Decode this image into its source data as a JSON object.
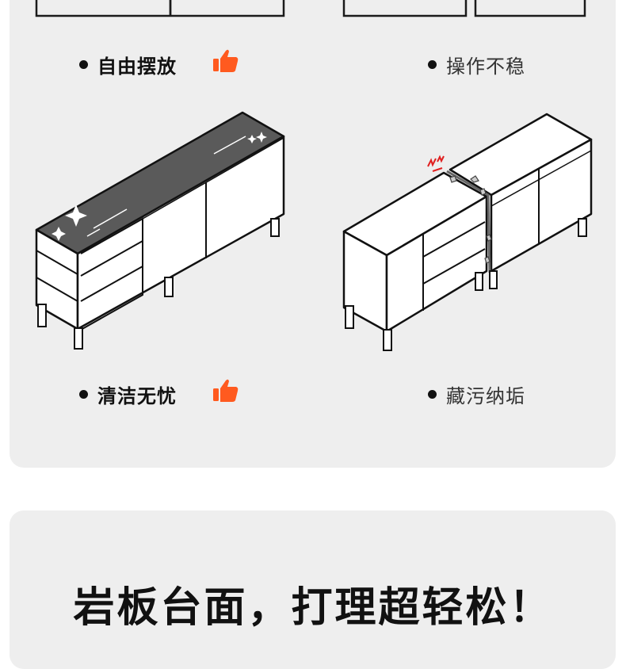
{
  "features": {
    "left_top": {
      "label": "自由摆放",
      "verdict": "positive",
      "icon": "thumbs-up-icon"
    },
    "right_top": {
      "label": "操作不稳",
      "verdict": "negative",
      "icon": "bullet-icon"
    },
    "left_bottom": {
      "label": "清洁无忧",
      "verdict": "positive",
      "icon": "thumbs-up-icon"
    },
    "right_bottom": {
      "label": "藏污纳垢",
      "verdict": "negative",
      "icon": "bullet-icon"
    }
  },
  "headline": "岩板台面，打理超轻松！",
  "colors": {
    "card_bg": "#eeeeee",
    "accent": "#ff5a1f",
    "ink": "#111111",
    "slab": "#5a5a5a"
  }
}
